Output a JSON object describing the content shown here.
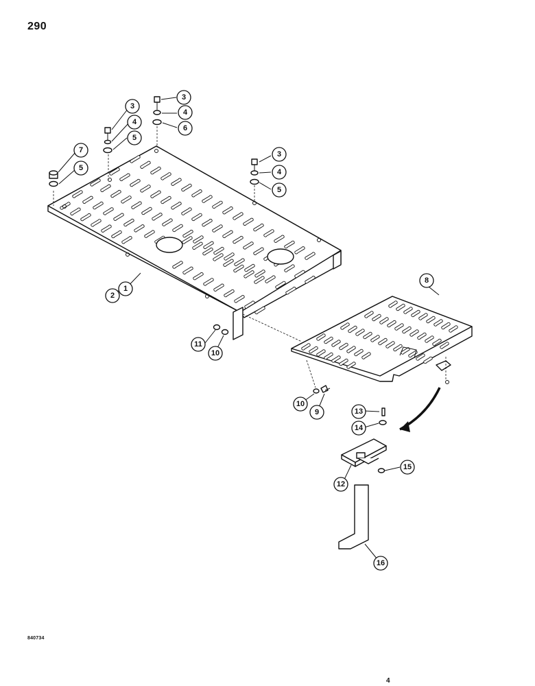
{
  "page": {
    "number": "290",
    "figure_code": "840734",
    "bottom_mark": "4"
  },
  "callouts": [
    {
      "id": "c1",
      "label": "1"
    },
    {
      "id": "c2",
      "label": "2"
    },
    {
      "id": "c3a",
      "label": "3"
    },
    {
      "id": "c3b",
      "label": "3"
    },
    {
      "id": "c3c",
      "label": "3"
    },
    {
      "id": "c4a",
      "label": "4"
    },
    {
      "id": "c4b",
      "label": "4"
    },
    {
      "id": "c4c",
      "label": "4"
    },
    {
      "id": "c5a",
      "label": "5"
    },
    {
      "id": "c5b",
      "label": "5"
    },
    {
      "id": "c5c",
      "label": "5"
    },
    {
      "id": "c6",
      "label": "6"
    },
    {
      "id": "c7",
      "label": "7"
    },
    {
      "id": "c8",
      "label": "8"
    },
    {
      "id": "c9",
      "label": "9"
    },
    {
      "id": "c10a",
      "label": "10"
    },
    {
      "id": "c10b",
      "label": "10"
    },
    {
      "id": "c11",
      "label": "11"
    },
    {
      "id": "c12",
      "label": "12"
    },
    {
      "id": "c13",
      "label": "13"
    },
    {
      "id": "c14",
      "label": "14"
    },
    {
      "id": "c15",
      "label": "15"
    },
    {
      "id": "c16",
      "label": "16"
    }
  ]
}
